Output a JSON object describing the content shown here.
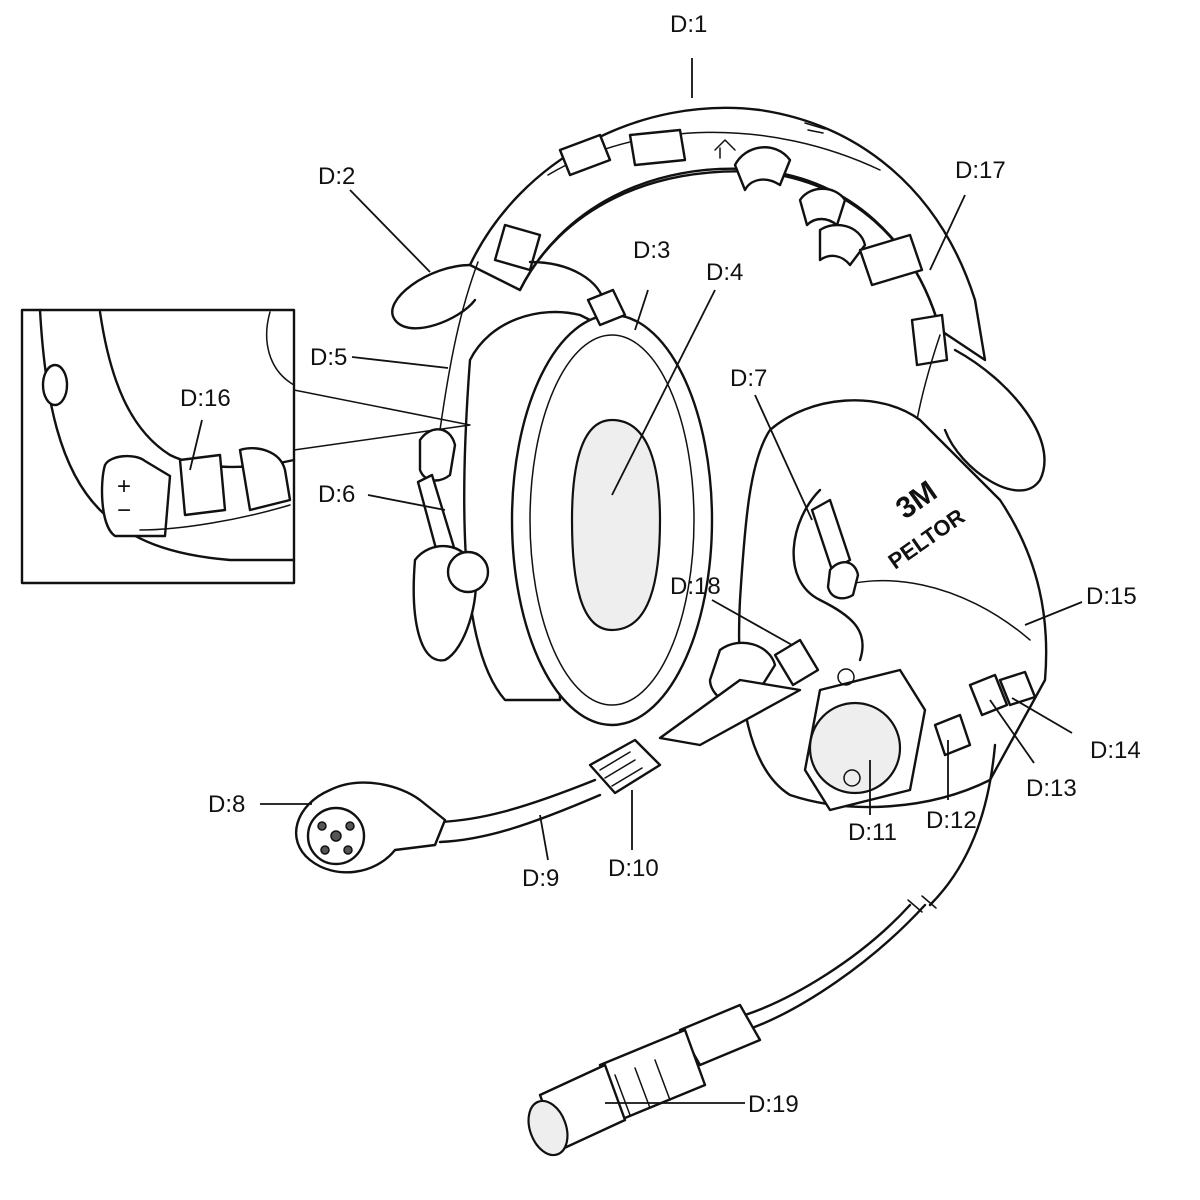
{
  "callouts": {
    "d1": "D:1",
    "d2": "D:2",
    "d3": "D:3",
    "d4": "D:4",
    "d5": "D:5",
    "d6": "D:6",
    "d7": "D:7",
    "d8": "D:8",
    "d9": "D:9",
    "d10": "D:10",
    "d11": "D:11",
    "d12": "D:12",
    "d13": "D:13",
    "d14": "D:14",
    "d15": "D:15",
    "d16": "D:16",
    "d17": "D:17",
    "d18": "D:18",
    "d19": "D:19"
  },
  "brand": {
    "logo": "3M",
    "name": "PELTOR"
  },
  "inset": {
    "plus": "+",
    "minus": "−"
  }
}
